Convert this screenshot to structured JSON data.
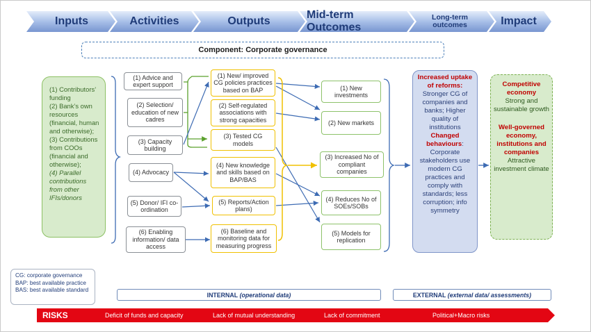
{
  "chevrons": [
    "Inputs",
    "Activities",
    "Outputs",
    "Mid-term Outcomes",
    "Long-term outcomes",
    "Impact"
  ],
  "component": "Component: Corporate governance",
  "inputs": {
    "lines": [
      "(1) Contributors’ funding",
      "(2) Bank’s own resources (financial, human and otherwise);",
      "(3) Contributions from COOs (financial and otherwise);"
    ],
    "italic": "(4) Parallel contributions from other IFIs/donors"
  },
  "activities": [
    "(1) Advice and expert support",
    "(2) Selection/ education of new cadres",
    "(3) Capacity building",
    "(4) Advocacy",
    "(5) Donor/ IFI co-ordination",
    "(6) Enabling information/ data access"
  ],
  "outputs": [
    "(1) New/ improved CG policies practices based on BAP",
    "(2) Self-regulated associations with strong capacities",
    "(3) Tested CG models",
    "(4) New knowledge and skills based on BAP/BAS",
    "(5) Reports/Action plans)",
    "(6) Baseline and monitoring data for measuring progress"
  ],
  "midterm": [
    "(1) New investments",
    "(2) New markets",
    "(3) Increased No of compliant companies",
    "(4) Reduces No of SOEs/SOBs",
    "(5) Models for replication"
  ],
  "longterm": {
    "h1": "Increased uptake of reforms:",
    "t1": "Stronger CG of companies and banks; Higher quality of institutions",
    "h2": "Changed behaviours",
    "t2": ": Corporate stakeholders use modern CG practices and comply with standards; less corruption; info symmetry"
  },
  "impact": {
    "h1": "Competitive economy",
    "t1": "Strong and sustainable growth",
    "h2": "Well-governed economy, institutions and companies",
    "t2": "Attractive investment climate"
  },
  "legend": [
    "CG: corporate governance",
    "BAP: best available practice",
    "BAS: best available standard"
  ],
  "internal": {
    "label": "INTERNAL",
    "sub": "(operational data)"
  },
  "external": {
    "label": "EXTERNAL",
    "sub": "(external data/ assessments)"
  },
  "risks": {
    "title": "RISKS",
    "items": [
      "Deficit of funds and capacity",
      "Lack of mutual understanding",
      "Lack of commitment",
      "Political+Macro risks"
    ]
  },
  "colors": {
    "chevron": "#7f9fd6",
    "risk": "#e30613",
    "outputs_border": "#f0c000",
    "midterm_border": "#8dc26a"
  }
}
